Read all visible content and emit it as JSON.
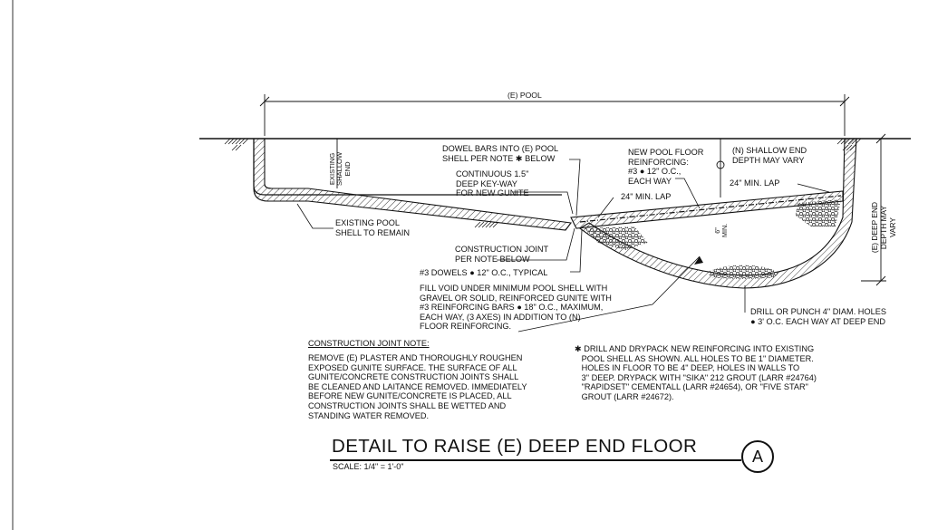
{
  "detail": {
    "title": "DETAIL TO RAISE (E) DEEP END FLOOR",
    "scale": "SCALE: 1/4\" = 1'-0\"",
    "badge": "A"
  },
  "dimensions": {
    "pool": "(E) POOL",
    "deep_end": "(E) DEEP END\nDEPTH MAY VARY",
    "shallow_end": "EXISTING\nSHALLOW\nEND",
    "min_depth": "6\"\nMIN."
  },
  "labels": {
    "dowel_bars": "DOWEL BARS INTO (E) POOL\nSHELL PER NOTE ✱ BELOW",
    "keyway": "CONTINUOUS 1.5\"\nDEEP KEY-WAY\nFOR NEW GUNITE",
    "new_floor": "NEW POOL FLOOR\nREINFORCING:\n#3 ● 12\" O.C.,\nEACH WAY",
    "shallow_depth": "(N) SHALLOW END\nDEPTH MAY VARY",
    "lap1": "24\" MIN. LAP",
    "lap2": "24\" MIN. LAP",
    "existing_shell": "EXISTING POOL\nSHELL TO REMAIN",
    "construction_joint": "CONSTRUCTION JOINT\nPER NOTE BELOW",
    "dowels": "#3 DOWELS ● 12\" O.C., TYPICAL",
    "fill_void": "FILL VOID UNDER MINIMUM POOL SHELL WITH\nGRAVEL OR SOLID, REINFORCED GUNITE WITH\n#3 REINFORCING BARS ● 18\" O.C., MAXIMUM,\nEACH WAY, (3 AXES) IN ADDITION TO (N)\nFLOOR REINFORCING.",
    "drill": "DRILL OR PUNCH 4\" DIAM. HOLES\n● 3' O.C. EACH WAY AT DEEP END"
  },
  "notes": {
    "construction_title": "CONSTRUCTION JOINT NOTE:",
    "construction_body": "REMOVE (E) PLASTER AND THOROUGHLY ROUGHEN\nEXPOSED GUNITE SURFACE. THE SURFACE OF ALL\nGUNITE/CONCRETE CONSTRUCTION JOINTS SHALL\nBE CLEANED AND LAITANCE REMOVED. IMMEDIATELY\nBEFORE NEW GUNITE/CONCRETE IS PLACED, ALL\nCONSTRUCTION JOINTS SHALL BE WETTED AND\nSTANDING WATER REMOVED.",
    "drill_note": "✱ DRILL AND DRYPACK NEW REINFORCING INTO EXISTING\n   POOL SHELL AS SHOWN. ALL HOLES TO BE 1\" DIAMETER.\n   HOLES IN FLOOR TO BE 4\" DEEP, HOLES IN WALLS TO\n   3\" DEEP. DRYPACK WITH \"SIKA\" 212 GROUT (LARR #24764)\n   \"RAPIDSET\" CEMENTALL (LARR #24654), OR \"FIVE STAR\"\n   GROUT (LARR #24672)."
  }
}
